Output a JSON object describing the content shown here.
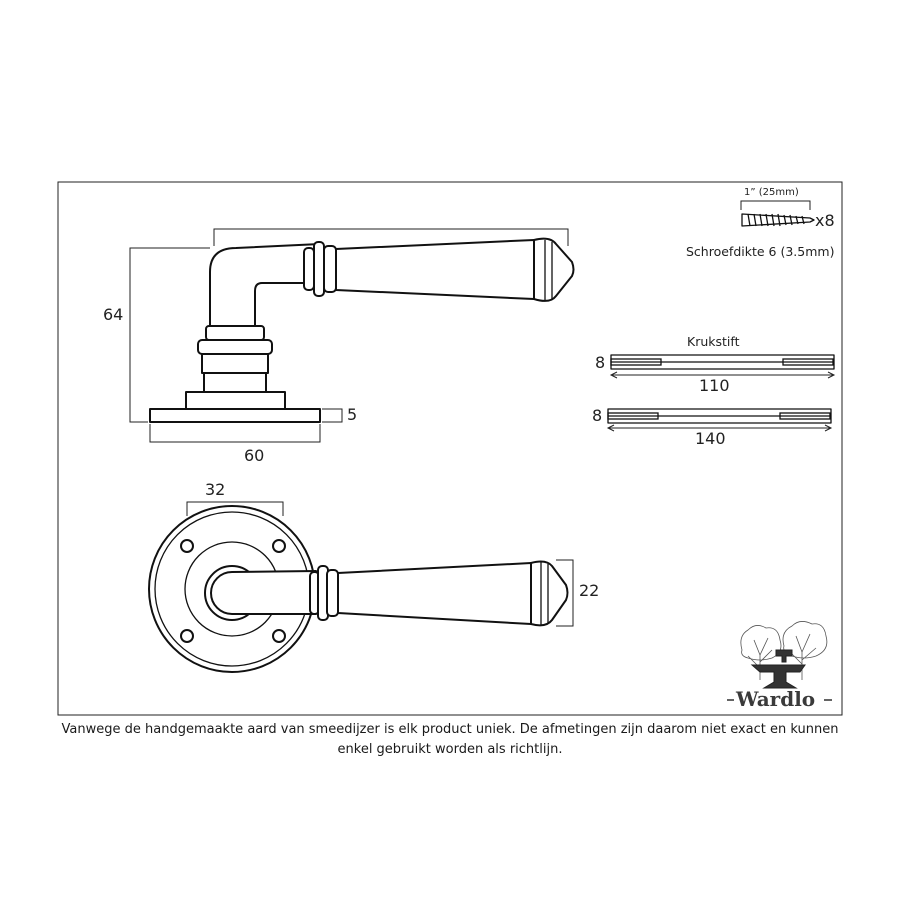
{
  "diagram": {
    "side_view": {
      "height_label": "64",
      "rose_thickness_label": "5",
      "rose_width_label": "60"
    },
    "top_view": {
      "rose_diameter_label": "32",
      "lever_width_label": "22"
    },
    "screws": {
      "length_label": "1” (25mm)",
      "quantity_label": "x8",
      "gauge_label": "Schroefdikte 6 (3.5mm)"
    },
    "spindle": {
      "title": "Krukstift",
      "variants": [
        {
          "size_label": "8",
          "length_label": "110"
        },
        {
          "size_label": "8",
          "length_label": "140"
        }
      ]
    },
    "logo": {
      "brand": "Wardlo"
    }
  },
  "disclaimer": "Vanwege de handgemaakte aard van smeedijzer is elk product uniek. De afmetingen zijn daarom niet exact en kunnen enkel gebruikt worden als richtlijn."
}
